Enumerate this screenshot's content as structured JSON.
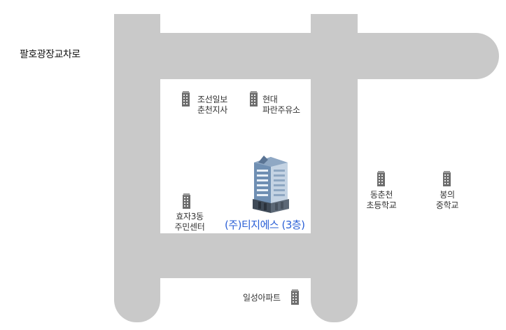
{
  "map": {
    "road_name": "팔호광장교차로",
    "destination": "(주)티지에스 (3층)",
    "landmarks": {
      "chosun_ilbo": [
        "조선일보",
        "춘천지사"
      ],
      "hyundai": [
        "현대",
        "파란주유소"
      ],
      "hyoja_center": [
        "효자3동",
        "주민센터"
      ],
      "dongchuncheon_school": [
        "동춘천",
        "초등학교"
      ],
      "bongui_school": [
        "봉의",
        "중학교"
      ],
      "ilsung_apt": "일성아파트"
    },
    "colors": {
      "road": "#c9c9c9",
      "block": "#ffffff",
      "destination_text": "#2a5fd6"
    },
    "icons": {
      "small_building": "small-building-icon",
      "main_building": "office-tower-icon"
    }
  }
}
